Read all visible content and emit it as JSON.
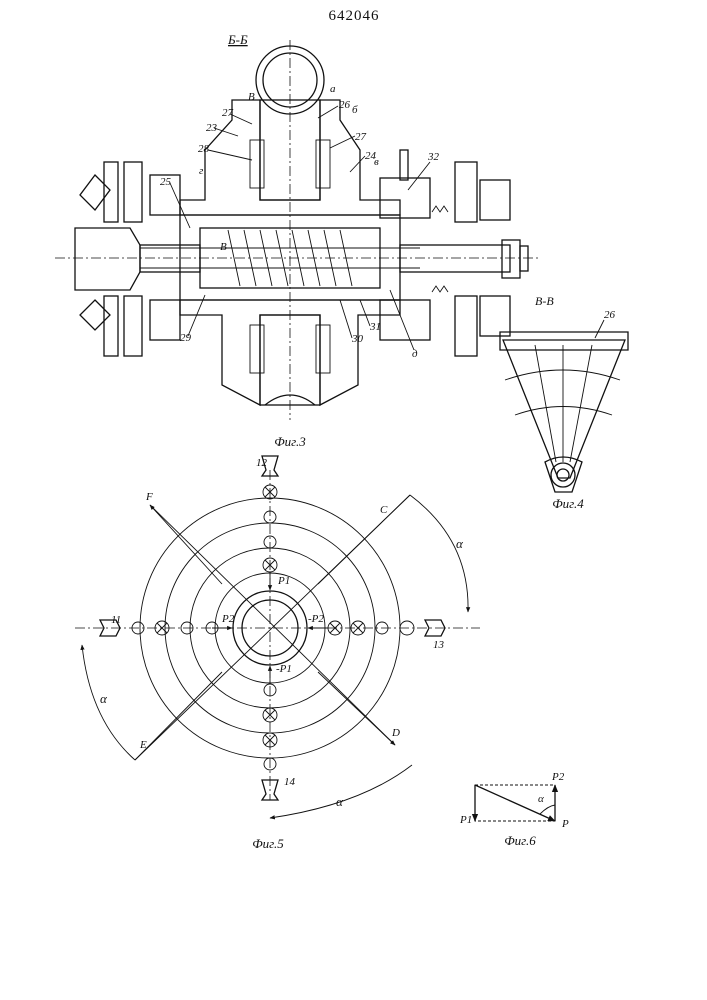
{
  "document": {
    "patent_number": "642046"
  },
  "fig3": {
    "section_label": "Б-Б",
    "caption": "Фиг.3",
    "callouts": [
      "23",
      "27",
      "28",
      "25",
      "26",
      "27",
      "24",
      "32",
      "29",
      "30",
      "31"
    ],
    "letters": [
      "а",
      "б",
      "в",
      "г",
      "д"
    ],
    "view_mark": "В"
  },
  "fig4": {
    "section_label": "В-В",
    "caption": "Фиг.4",
    "callouts": [
      "26"
    ]
  },
  "fig5": {
    "caption": "Фиг.5",
    "directions": [
      "F",
      "C",
      "E",
      "D"
    ],
    "angle": "α",
    "rollers": [
      "11",
      "12",
      "13",
      "14"
    ],
    "forces": [
      "P1",
      "P2",
      "-P2",
      "-P1"
    ]
  },
  "fig6": {
    "caption": "Фиг.6",
    "labels": [
      "P2",
      "P1",
      "P"
    ],
    "angle": "α"
  }
}
